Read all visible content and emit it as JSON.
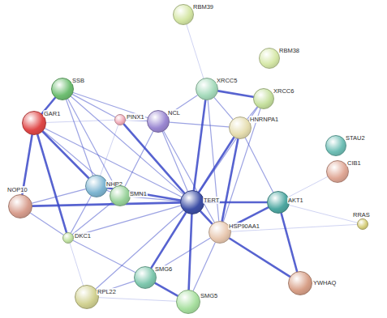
{
  "diagram": {
    "nodes": [
      {
        "text": [
          "RBM39"
        ]
      },
      {
        "text": [
          "RBM38"
        ]
      },
      {
        "text": [
          "SSB"
        ]
      },
      {
        "text": [
          "XRCC5"
        ]
      },
      {
        "text": [
          "XRCC6"
        ]
      },
      {
        "text": [
          "PINX1"
        ]
      },
      {
        "text": [
          "NCL"
        ]
      },
      {
        "text": [
          "GAR1"
        ]
      },
      {
        "text": [
          "HNRNPA1"
        ]
      },
      {
        "text": [
          "STAU2"
        ]
      },
      {
        "text": [
          "CIB1"
        ]
      },
      {
        "text": [
          "NHP2"
        ]
      },
      {
        "text": [
          "SMN1"
        ]
      },
      {
        "text": [
          "TERT"
        ]
      },
      {
        "text": [
          "AKT1"
        ]
      },
      {
        "text": [
          "NOP10"
        ]
      },
      {
        "text": [
          "HSP90AA1"
        ]
      },
      {
        "text": [
          "DKC1"
        ]
      },
      {
        "text": [
          "RRAS"
        ]
      },
      {
        "text": [
          "SMG6"
        ]
      },
      {
        "text": [
          "YWHAQ"
        ]
      },
      {
        "text": [
          "RPL22"
        ]
      },
      {
        "text": [
          "SMG5"
        ]
      }
    ],
    "edges": [
      {
        "from": 0,
        "to": 3,
        "arrow": "none"
      },
      {
        "from": 2,
        "to": 7,
        "arrow": "none"
      },
      {
        "from": 2,
        "to": 11,
        "arrow": "none"
      },
      {
        "from": 2,
        "to": 6,
        "arrow": "none"
      },
      {
        "from": 2,
        "to": 13,
        "arrow": "none"
      },
      {
        "from": 2,
        "to": 12,
        "arrow": "none"
      },
      {
        "from": 2,
        "to": 5,
        "arrow": "none"
      },
      {
        "from": 3,
        "to": 4,
        "arrow": "none"
      },
      {
        "from": 3,
        "to": 8,
        "arrow": "none"
      },
      {
        "from": 3,
        "to": 6,
        "arrow": "none"
      },
      {
        "from": 3,
        "to": 13,
        "arrow": "none"
      },
      {
        "from": 3,
        "to": 16,
        "arrow": "none"
      },
      {
        "from": 4,
        "to": 8,
        "arrow": "none"
      },
      {
        "from": 4,
        "to": 13,
        "arrow": "none"
      },
      {
        "from": 4,
        "to": 16,
        "arrow": "none"
      },
      {
        "from": 5,
        "to": 6,
        "arrow": "none"
      },
      {
        "from": 5,
        "to": 13,
        "arrow": "none"
      },
      {
        "from": 5,
        "to": 7,
        "arrow": "none"
      },
      {
        "from": 5,
        "to": 11,
        "arrow": "none"
      },
      {
        "from": 6,
        "to": 8,
        "arrow": "none"
      },
      {
        "from": 6,
        "to": 13,
        "arrow": "none"
      },
      {
        "from": 6,
        "to": 12,
        "arrow": "none"
      },
      {
        "from": 6,
        "to": 16,
        "arrow": "none"
      },
      {
        "from": 7,
        "to": 11,
        "arrow": "none"
      },
      {
        "from": 7,
        "to": 15,
        "arrow": "none"
      },
      {
        "from": 7,
        "to": 17,
        "arrow": "none"
      },
      {
        "from": 7,
        "to": 13,
        "arrow": "none"
      },
      {
        "from": 7,
        "to": 12,
        "arrow": "none"
      },
      {
        "from": 8,
        "to": 13,
        "arrow": "none"
      },
      {
        "from": 8,
        "to": 16,
        "arrow": "none"
      },
      {
        "from": 8,
        "to": 14,
        "arrow": "none"
      },
      {
        "from": 10,
        "to": 14,
        "arrow": "none"
      },
      {
        "from": 11,
        "to": 15,
        "arrow": "none"
      },
      {
        "from": 11,
        "to": 17,
        "arrow": "none"
      },
      {
        "from": 11,
        "to": 13,
        "arrow": "none"
      },
      {
        "from": 11,
        "to": 12,
        "arrow": "none"
      },
      {
        "from": 12,
        "to": 13,
        "arrow": "none"
      },
      {
        "from": 12,
        "to": 17,
        "arrow": "none"
      },
      {
        "from": 13,
        "to": 14,
        "arrow": "none"
      },
      {
        "from": 13,
        "to": 16,
        "arrow": "none"
      },
      {
        "from": 13,
        "to": 19,
        "arrow": "none"
      },
      {
        "from": 13,
        "to": 22,
        "arrow": "none"
      },
      {
        "from": 13,
        "to": 21,
        "arrow": "none"
      },
      {
        "from": 13,
        "to": 17,
        "arrow": "none"
      },
      {
        "from": 13,
        "to": 15,
        "arrow": "none"
      },
      {
        "from": 14,
        "to": 16,
        "arrow": "none"
      },
      {
        "from": 14,
        "to": 18,
        "arrow": "none"
      },
      {
        "from": 14,
        "to": 20,
        "arrow": "none"
      },
      {
        "from": 15,
        "to": 17,
        "arrow": "none"
      },
      {
        "from": 16,
        "to": 18,
        "arrow": "none"
      },
      {
        "from": 16,
        "to": 20,
        "arrow": "none"
      },
      {
        "from": 16,
        "to": 19,
        "arrow": "none"
      },
      {
        "from": 16,
        "to": 22,
        "arrow": "none"
      },
      {
        "from": 19,
        "to": 22,
        "arrow": "none"
      },
      {
        "from": 19,
        "to": 21,
        "arrow": "none"
      },
      {
        "from": 21,
        "to": 17,
        "arrow": "none"
      },
      {
        "from": 21,
        "to": 22,
        "arrow": "none"
      },
      {
        "from": 17,
        "to": 19,
        "arrow": "none"
      }
    ]
  }
}
